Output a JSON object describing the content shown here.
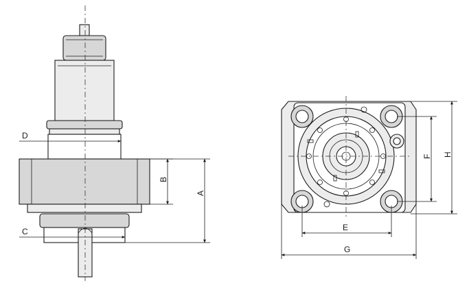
{
  "drawing": {
    "labels": {
      "A": "A",
      "B": "B",
      "C": "C",
      "D": "D",
      "E": "E",
      "F": "F",
      "G": "G",
      "H": "H"
    }
  }
}
